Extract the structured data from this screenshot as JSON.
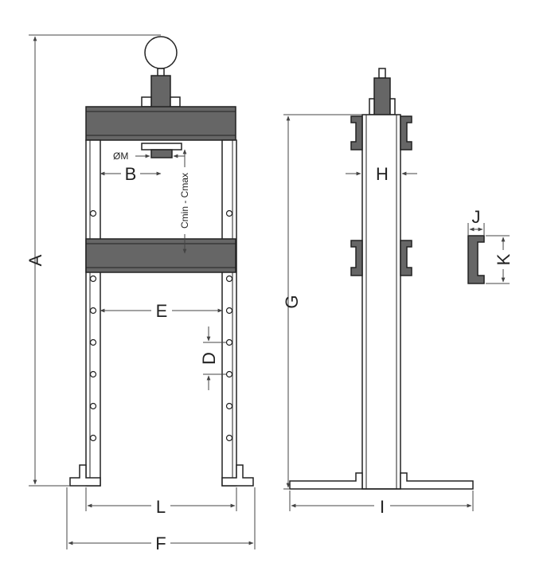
{
  "labels": {
    "A": "A",
    "B": "B",
    "M": "ØM",
    "C": "Cmin - Cmax",
    "E": "E",
    "D": "D",
    "L": "L",
    "F": "F",
    "G": "G",
    "H": "H",
    "I": "I",
    "J": "J",
    "K": "K"
  },
  "colors": {
    "beam": "#666666",
    "line": "#222222",
    "background": "#ffffff"
  }
}
